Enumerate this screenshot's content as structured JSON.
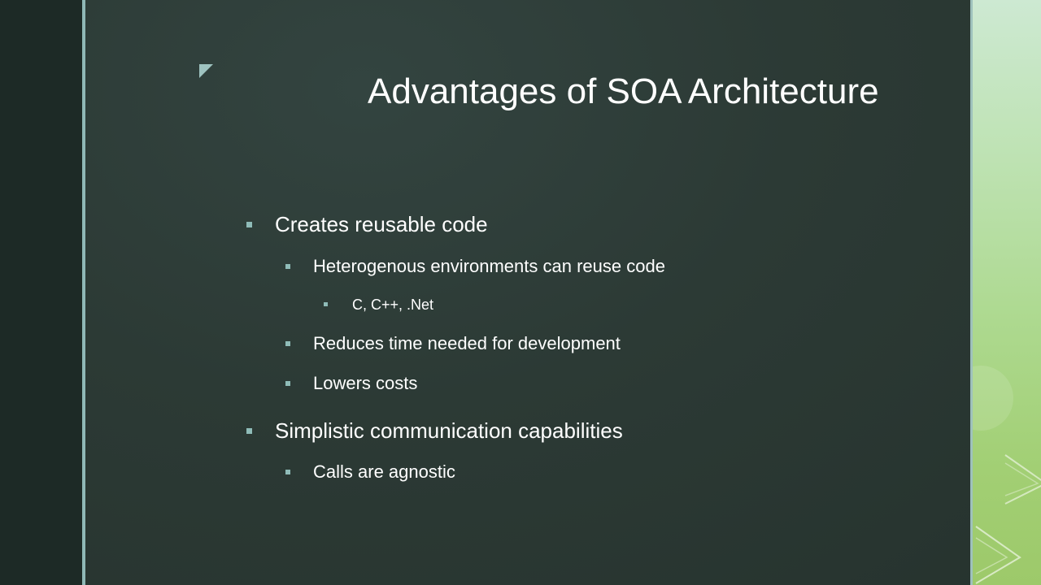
{
  "slide": {
    "title": "Advantages of SOA Architecture",
    "bullets": [
      {
        "level": 1,
        "text": "Creates reusable code"
      },
      {
        "level": 2,
        "text": "Heterogenous environments can reuse code"
      },
      {
        "level": 3,
        "text": "C, C++, .Net"
      },
      {
        "level": 2,
        "text": "Reduces time needed for development"
      },
      {
        "level": 2,
        "text": "Lowers costs"
      },
      {
        "level": 1,
        "text": "Simplistic communication capabilities"
      },
      {
        "level": 2,
        "text": "Calls are agnostic"
      }
    ]
  },
  "colors": {
    "background": "#2c3a35",
    "accent_rule": "#8fb8b6",
    "bullet_marker": "#8fbcb8",
    "side_band_green": "#add98f",
    "text": "#ffffff"
  },
  "icons": {
    "corner_mark": "triangle-corner-icon",
    "bullet": "square-bullet-icon"
  }
}
